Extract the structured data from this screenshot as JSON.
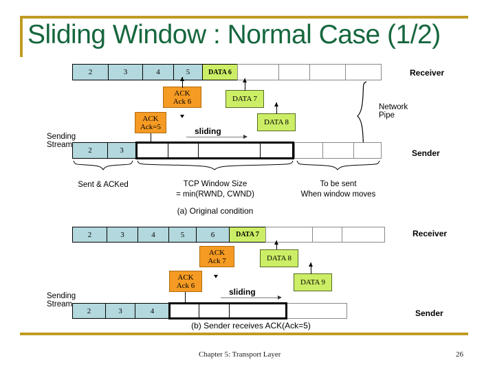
{
  "slide": {
    "title": "Sliding Window : Normal Case (1/2)",
    "accent_color": "#bf9b23",
    "title_color": "#16673e",
    "footer": {
      "text": "Chapter 5: Transport Layer",
      "page": "26"
    }
  },
  "palette": {
    "segment_blue": "#b3d8de",
    "data_green": "#ccee66",
    "ack_orange": "#f59b23",
    "line_black": "#000000"
  },
  "figure_a": {
    "caption": "(a) Original condition",
    "side_labels": {
      "receiver": "Receiver",
      "sender": "Sender",
      "network_pipe": "Network Pipe",
      "sending_stream": "Sending Stream"
    },
    "receiver_stream": {
      "filled": [
        "2",
        "3",
        "4",
        "5"
      ],
      "in_flight_label": "DATA 6",
      "empty_cells": 4
    },
    "messages": [
      {
        "kind": "ack",
        "line1": "ACK",
        "line2": "Ack  6"
      },
      {
        "kind": "ack",
        "line1": "ACK",
        "line2": "Ack=5"
      },
      {
        "kind": "data",
        "line1": "DATA 7",
        "line2": ""
      },
      {
        "kind": "data",
        "line1": "DATA 8",
        "line2": ""
      }
    ],
    "sender_stream": {
      "acked": [
        "2",
        "3"
      ],
      "window_cells": 4,
      "trailing_cells": 3
    },
    "annotations": {
      "sent_acked": "Sent & ACKed",
      "window_size_line1": "TCP Window Size",
      "window_size_line2": "= min(RWND, CWND)",
      "to_be_sent_line1": "To be sent",
      "to_be_sent_line2": "When window moves",
      "sliding": "sliding"
    }
  },
  "figure_b": {
    "caption": "(b) Sender receives ACK(Ack=5)",
    "side_labels": {
      "receiver": "Receiver",
      "sender": "Sender",
      "sending_stream": "Sending Stream"
    },
    "receiver_stream": {
      "filled": [
        "2",
        "3",
        "4",
        "5",
        "6"
      ],
      "in_flight_label": "DATA 7",
      "empty_cells": 3
    },
    "messages": [
      {
        "kind": "ack",
        "line1": "ACK",
        "line2": "Ack  7"
      },
      {
        "kind": "ack",
        "line1": "ACK",
        "line2": "Ack  6"
      },
      {
        "kind": "data",
        "line1": "DATA 8",
        "line2": ""
      },
      {
        "kind": "data",
        "line1": "DATA 9",
        "line2": ""
      }
    ],
    "sender_stream": {
      "acked": [
        "2",
        "3",
        "4"
      ],
      "window_cells": 3,
      "trailing_cells": 1
    },
    "annotations": {
      "sliding": "sliding"
    }
  }
}
